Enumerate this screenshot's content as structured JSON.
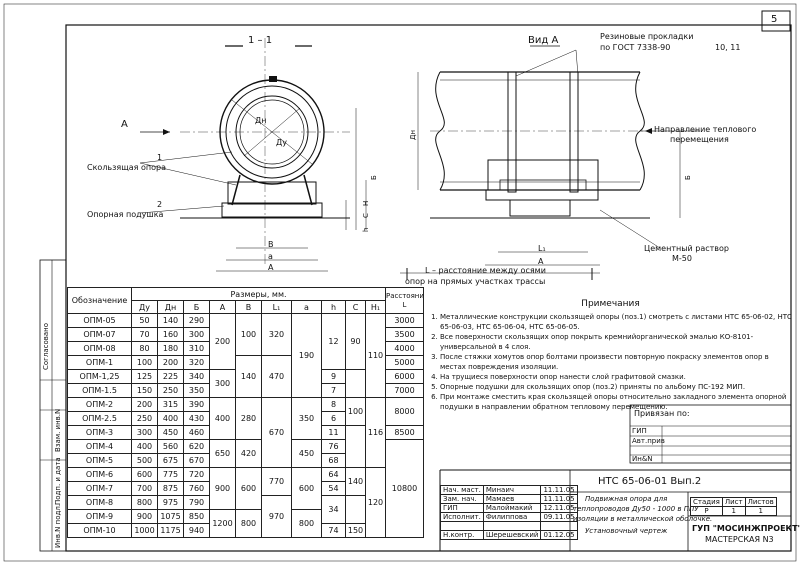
{
  "sheet": {
    "page_number": "5",
    "doc_code": "НТС 65-06-01  Вып.2",
    "org": "ГУП \"МОСИНЖПРОЕКТ\"",
    "workshop": "МАСТЕРСКАЯ N3",
    "description_lines": [
      "Подвижная опора для",
      "теплопроводов Дy50 - 1000 в ППУ",
      "изоляции в металлической оболочке.",
      "Установочный чертеж"
    ]
  },
  "drawing": {
    "section_title": "1 – 1",
    "view_title": "Вид А",
    "arrow_a": "А",
    "label_dn": "Дн",
    "label_du": "Ду",
    "label_sizes": "Размеры, мм.",
    "callout1_num": "1",
    "callout1_text": "Скользящая опора",
    "callout2_num": "2",
    "callout2_text": "Опорная подушка",
    "gasket_line1": "Резиновые прокладки",
    "gasket_line2": "по ГОСТ 7338-90",
    "gasket_ref": "10, 11",
    "heat_dir_line1": "Направление теплового",
    "heat_dir_line2": "перемещения",
    "cement_line1": "Цементный раствор",
    "cement_line2": "М-50",
    "dist_line1": "L – расстояние между осями",
    "dist_line2": "опор на прямых участках трассы",
    "dim_b": "В",
    "dim_a_low": "а",
    "dim_A_left": "А",
    "dim_L1": "L₁",
    "dim_A_right": "А",
    "dim_h": "h",
    "dim_C": "С",
    "dim_H": "Н",
    "dim_B": "Б",
    "dim_Dn_right": "Дн",
    "dim_B_right": "Б"
  },
  "table": {
    "col_designation": "Обозначение",
    "sizes_header": "Размеры, мм.",
    "columns": [
      "Ду",
      "Дн",
      "Б",
      "А",
      "В",
      "L₁",
      "а",
      "h",
      "С",
      "Н₁",
      "Расстояние L"
    ],
    "rows": [
      {
        "name": "ОПМ-05",
        "du": "50",
        "dn": "140",
        "b": "290"
      },
      {
        "name": "ОПМ-07",
        "du": "70",
        "dn": "160",
        "b": "300"
      },
      {
        "name": "ОПМ-08",
        "du": "80",
        "dn": "180",
        "b": "310"
      },
      {
        "name": "ОПМ-1",
        "du": "100",
        "dn": "200",
        "b": "320"
      },
      {
        "name": "ОПМ-1,25",
        "du": "125",
        "dn": "225",
        "b": "340"
      },
      {
        "name": "ОПМ-1.5",
        "du": "150",
        "dn": "250",
        "b": "350"
      },
      {
        "name": "ОПМ-2",
        "du": "200",
        "dn": "315",
        "b": "390"
      },
      {
        "name": "ОПМ-2.5",
        "du": "250",
        "dn": "400",
        "b": "430"
      },
      {
        "name": "ОПМ-3",
        "du": "300",
        "dn": "450",
        "b": "460"
      },
      {
        "name": "ОПМ-4",
        "du": "400",
        "dn": "560",
        "b": "620"
      },
      {
        "name": "ОПМ-5",
        "du": "500",
        "dn": "675",
        "b": "670"
      },
      {
        "name": "ОПМ-6",
        "du": "600",
        "dn": "775",
        "b": "720"
      },
      {
        "name": "ОПМ-7",
        "du": "700",
        "dn": "875",
        "b": "760"
      },
      {
        "name": "ОПМ-8",
        "du": "800",
        "dn": "975",
        "b": "790"
      },
      {
        "name": "ОПМ-9",
        "du": "900",
        "dn": "1075",
        "b": "850"
      },
      {
        "name": "ОПМ-10",
        "du": "1000",
        "dn": "1175",
        "b": "940"
      }
    ],
    "merged": {
      "A1": "200",
      "A2": "300",
      "A3": "400",
      "A4": "650",
      "A5": "900",
      "A6": "1200",
      "V1": "100",
      "V2": "140",
      "V3": "280",
      "V4": "420",
      "V5": "600",
      "V6": "800",
      "L1": "320",
      "L2": "470",
      "L3": "670",
      "L4": "770",
      "L5": "970",
      "a1": "190",
      "a2": "350",
      "a3": "450",
      "a4": "600",
      "a5": "800",
      "h1": "12",
      "h2": "9",
      "h3": "7",
      "h4": "8",
      "h5": "6",
      "h6": "11",
      "h7": "76",
      "h8": "68",
      "h9": "64",
      "h10": "54",
      "h11": "34",
      "h12": "74",
      "C1": "90",
      "C2": "100",
      "C3": "140",
      "C4": "150",
      "H1": "110",
      "H2": "116",
      "H3": "120",
      "L_1": "3000",
      "L_2": "3500",
      "L_3": "4000",
      "L_4": "5000",
      "L_5": "6000",
      "L_6": "7000",
      "L_7": "8000",
      "L_8": "8500",
      "L_9": "10800"
    }
  },
  "notes": {
    "title": "Примечания",
    "items": [
      "Металлические конструкции скользящей опоры (поз.1) смотреть с листами НТС 65-06-02, НТС 65-06-03, НТС 65-06-04, НТС 65-06-05.",
      "Все поверхности скользящих опор покрыть кремнийорганической эмалью КО-8101-универсальной в 4 слоя.",
      "После стяжки хомутов опор болтами произвести повторную покраску элементов опор в местах повреждения изоляции.",
      "На трущиеся поверхности опор нанести слой графитовой смазки.",
      "Опорные подушки для скользящих опор (поз.2) приняты по альбому ПС-192 МИП.",
      "При монтаже сместить края скользящей опоры относительно закладного элемента опорной подушки в направлении обратном тепловому перемещению."
    ]
  },
  "binding_box": {
    "title": "Привязан по:",
    "rows": [
      "ГИП",
      "Авт.прив",
      "",
      "Ин&N"
    ]
  },
  "side_stamps": [
    "Согласовано",
    "Инв.N подл.",
    "Подп. и дата",
    "Взам. инв.N"
  ],
  "signatures": [
    {
      "role": "Нач. маст.",
      "name": "Минаич",
      "date": "11.11.05"
    },
    {
      "role": "Зам. нач.",
      "name": "Мамаев",
      "date": "11.11.05"
    },
    {
      "role": "ГИП",
      "name": "Малоймакий",
      "date": "12.11.05"
    },
    {
      "role": "Исполнит.",
      "name": "Филиппова",
      "date": "09.11.05"
    },
    {
      "role": "",
      "name": "",
      "date": ""
    },
    {
      "role": "Н.контр.",
      "name": "Шерешевский",
      "date": "01.12.05"
    }
  ],
  "stage": {
    "stage_label": "Стадия",
    "sheet_label": "Лист",
    "sheets_label": "Листов",
    "stage": "Р",
    "sheet": "1",
    "sheets": "1"
  }
}
